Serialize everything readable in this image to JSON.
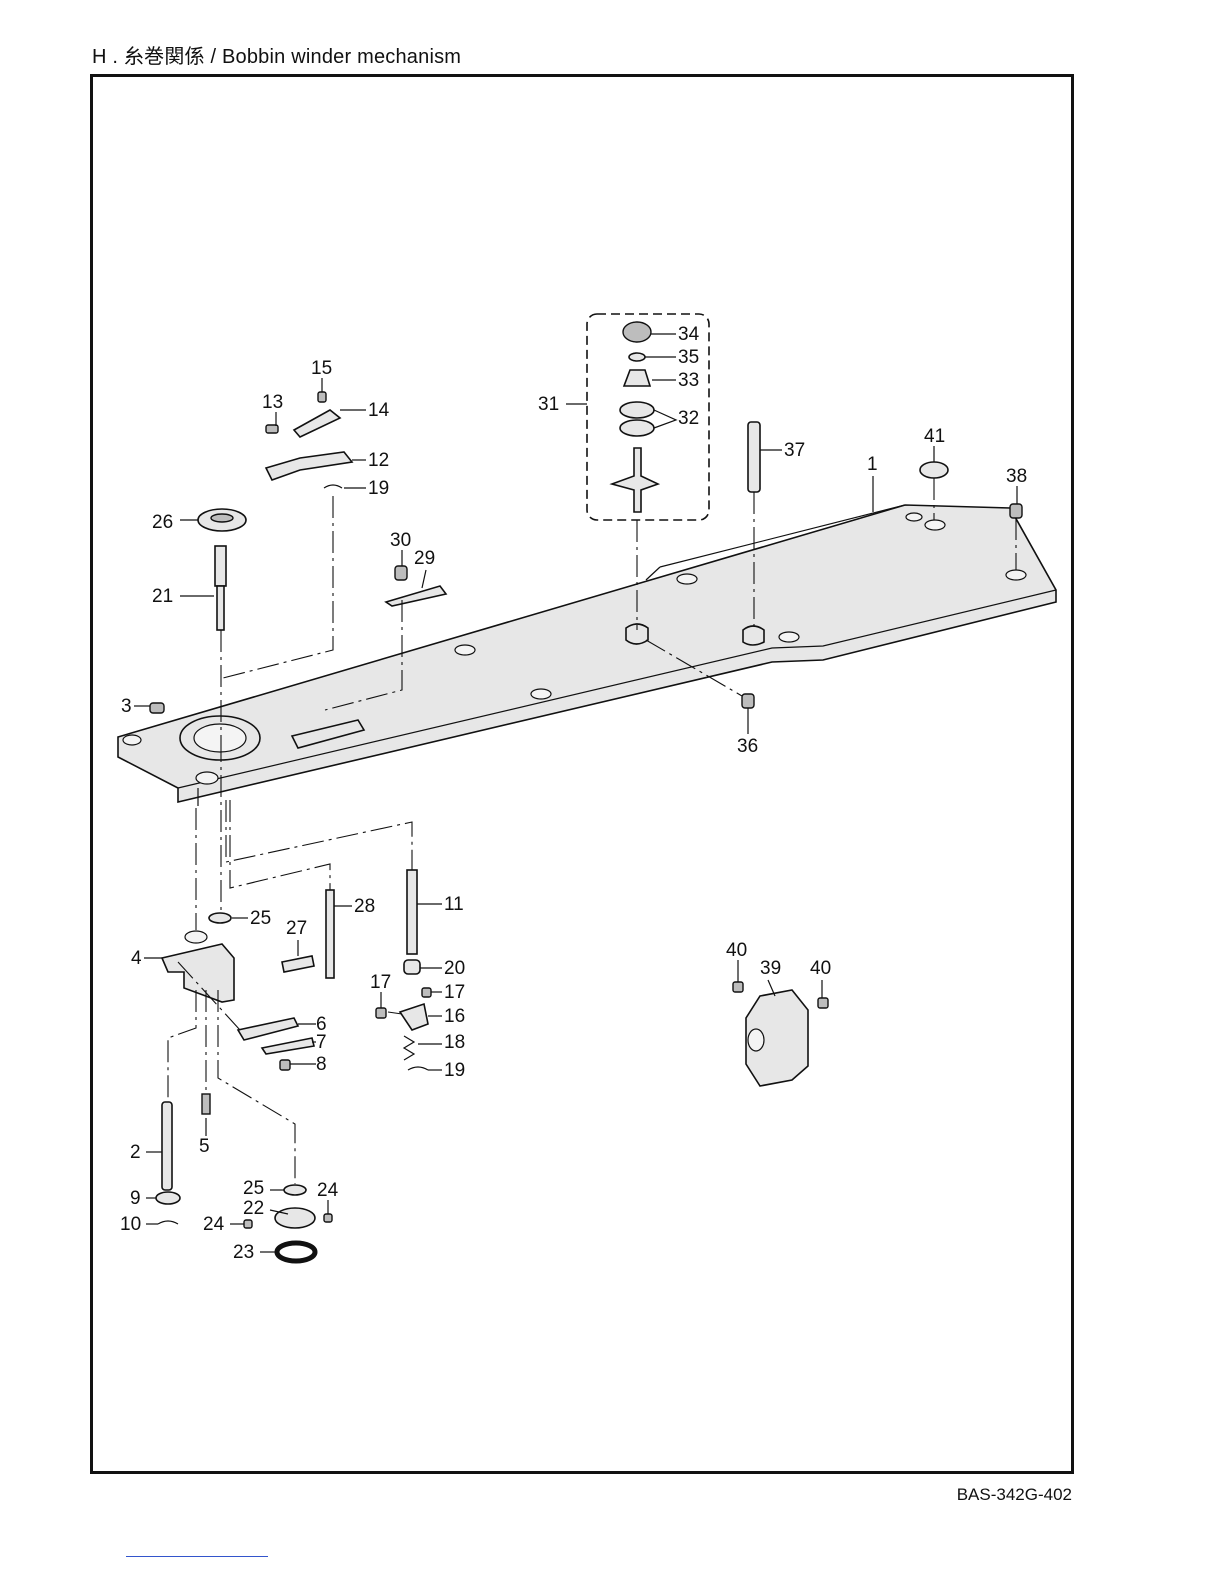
{
  "header": {
    "title": "H . 糸巻関係 / Bobbin winder mechanism"
  },
  "footer": {
    "drawing_code": "BAS-342G-402"
  },
  "callouts": {
    "c1": "1",
    "c2": "2",
    "c3": "3",
    "c4": "4",
    "c5": "5",
    "c6": "6",
    "c7": "7",
    "c8": "8",
    "c9": "9",
    "c10": "10",
    "c11": "11",
    "c12": "12",
    "c13": "13",
    "c14": "14",
    "c15": "15",
    "c16": "16",
    "c17a": "17",
    "c17b": "17",
    "c18": "18",
    "c19a": "19",
    "c19b": "19",
    "c20": "20",
    "c21": "21",
    "c22": "22",
    "c23": "23",
    "c24a": "24",
    "c24b": "24",
    "c25a": "25",
    "c25b": "25",
    "c26": "26",
    "c27": "27",
    "c28": "28",
    "c29": "29",
    "c30": "30",
    "c31": "31",
    "c32": "32",
    "c33": "33",
    "c34": "34",
    "c35": "35",
    "c36": "36",
    "c37": "37",
    "c38": "38",
    "c39": "39",
    "c40a": "40",
    "c40b": "40",
    "c41": "41"
  }
}
